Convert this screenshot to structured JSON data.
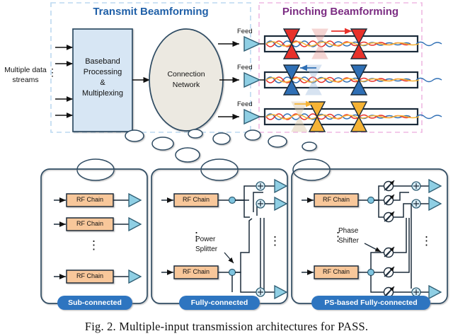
{
  "figure": {
    "caption": "Fig. 2. Multiple-input transmission architectures for PASS.",
    "sections": {
      "transmit": {
        "title": "Transmit Beamforming",
        "title_color": "#2060a8",
        "border_color": "#bcd9f0"
      },
      "pinching": {
        "title": "Pinching Beamforming",
        "title_color": "#7c2d83",
        "border_color": "#efb8e3"
      }
    },
    "input": {
      "label_line1": "Multiple data",
      "label_line2": "streams",
      "vertical_dots": "⋮",
      "arrow_count": 4
    },
    "baseband_block": {
      "lines": [
        "Baseband",
        "Processing",
        "&",
        "Multiplexing"
      ],
      "fill": "#d7e6f4",
      "stroke": "#2e4c63"
    },
    "connection_network": {
      "lines": [
        "Connection",
        "Network"
      ],
      "fill": "#ece9e1",
      "stroke": "#2e4c63"
    },
    "feeds": [
      {
        "label": "Feed",
        "accent": "#e8312a",
        "accent_soft": "#e9a3a0",
        "arrow_dir": "right"
      },
      {
        "label": "Feed",
        "accent": "#2f6fb5",
        "accent_soft": "#a8c3e2",
        "arrow_dir": "left"
      },
      {
        "label": "Feed",
        "accent": "#f5b335",
        "accent_soft": "#ddc9a8",
        "arrow_dir": "right"
      }
    ],
    "waveguide": {
      "stroke": "#1b2b3a",
      "fill": "#ffffff",
      "wave_colors": [
        "#2f6fb5",
        "#e8312a",
        "#f5b335"
      ]
    },
    "panels": [
      {
        "id": "sub-connected",
        "label": "Sub-connected",
        "rf_chain_label": "RF Chain",
        "rf_chains": 3,
        "annotation": null,
        "dots": "⋮",
        "has_adders": false,
        "has_phase_shifters": false
      },
      {
        "id": "fully-connected",
        "label": "Fully-connected",
        "rf_chain_label": "RF Chain",
        "rf_chains": 2,
        "annotation": {
          "line1": "Power",
          "line2": "Splitter"
        },
        "dots": "⋮",
        "has_adders": true,
        "has_phase_shifters": false
      },
      {
        "id": "ps-based-fully-connected",
        "label": "PS-based Fully-connected",
        "rf_chain_label": "RF Chain",
        "rf_chains": 2,
        "annotation": {
          "line1": "Phase",
          "line2": "Shifter"
        },
        "dots": "⋮",
        "has_adders": true,
        "has_phase_shifters": true
      }
    ],
    "colors": {
      "rf_chain_fill": "#f8c79a",
      "rf_chain_stroke": "#1b2b3a",
      "antenna_fill": "#8fcfe4",
      "antenna_stroke": "#2e5d73",
      "node_fill": "#7fc5e0",
      "panel_stroke": "#2e4c63",
      "badge_fill": "#2f74c0",
      "badge_text": "#ffffff",
      "line": "#1b2b3a"
    }
  }
}
